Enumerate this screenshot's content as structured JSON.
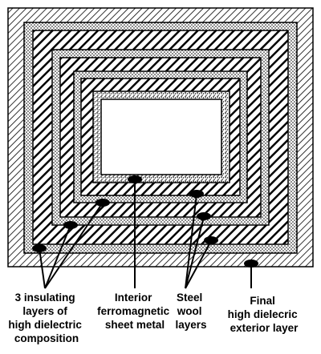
{
  "labels": {
    "insulating": [
      "3 insulating",
      "layers of",
      "high dielectric",
      "composition"
    ],
    "sheet_metal": [
      "Interior",
      "ferromagnetic",
      "sheet metal"
    ],
    "steel_wool": [
      "Steel",
      "wool",
      "layers"
    ],
    "exterior": [
      "Final",
      "high dielecric",
      "exterior layer"
    ]
  },
  "layers": [
    {
      "kind": "exterior-dielectric",
      "pattern": "hatch-light"
    },
    {
      "kind": "insulating",
      "pattern": "dots"
    },
    {
      "kind": "steel-wool",
      "pattern": "hatch-heavy"
    },
    {
      "kind": "insulating",
      "pattern": "dots"
    },
    {
      "kind": "steel-wool",
      "pattern": "hatch-heavy"
    },
    {
      "kind": "insulating",
      "pattern": "dots"
    },
    {
      "kind": "steel-wool",
      "pattern": "hatch-heavy"
    },
    {
      "kind": "sheet-metal",
      "pattern": "speckle"
    },
    {
      "kind": "interior-cavity",
      "pattern": "empty"
    }
  ],
  "colors": {
    "ink": "#000000",
    "paper": "#ffffff"
  }
}
